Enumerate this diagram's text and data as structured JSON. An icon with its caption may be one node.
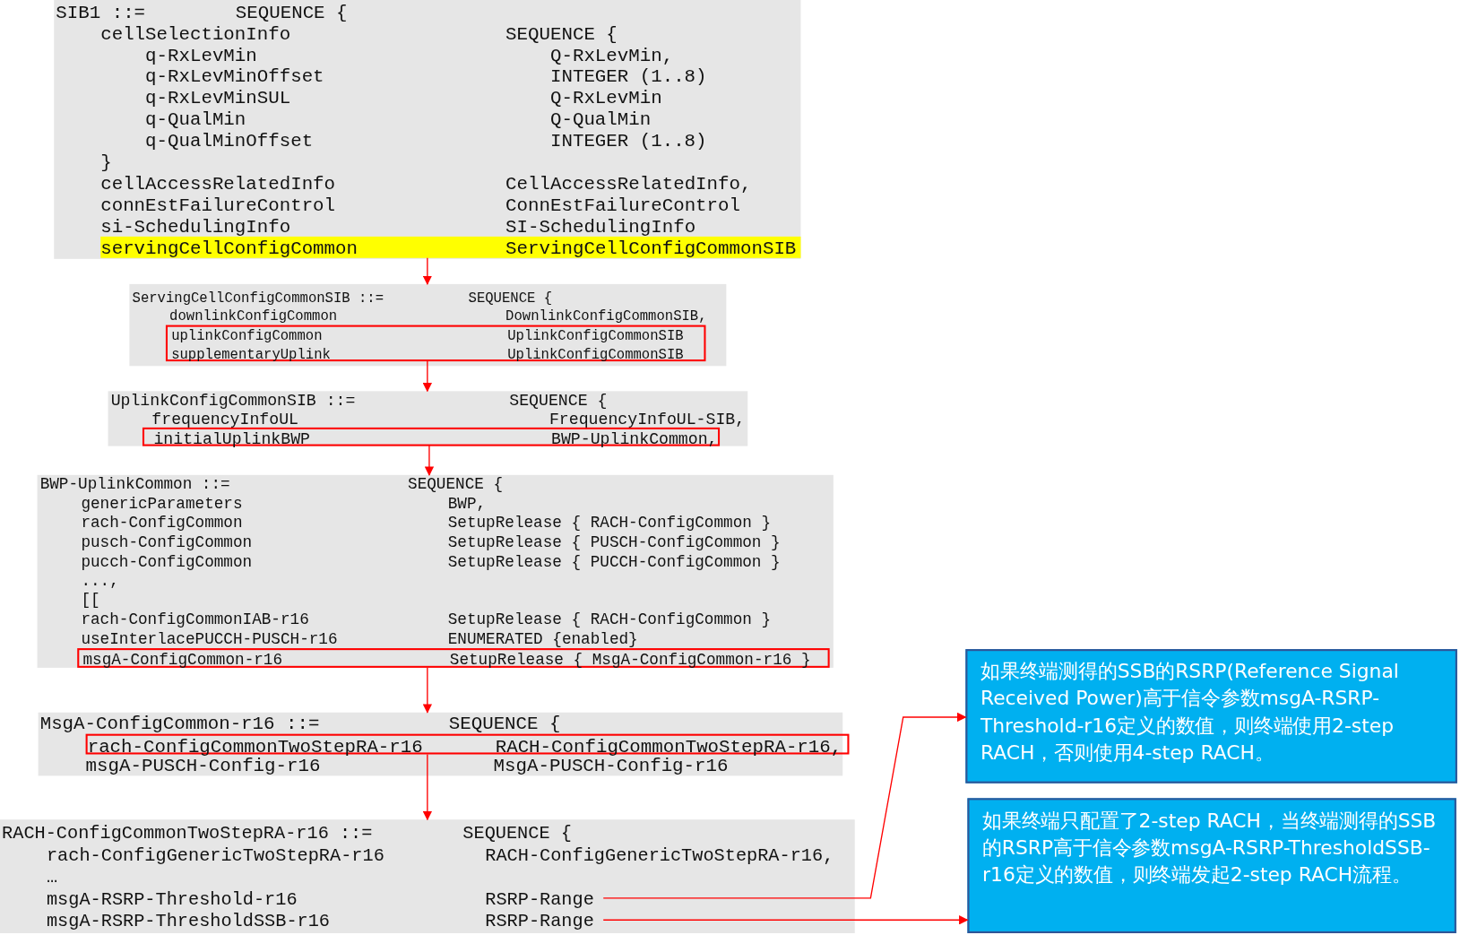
{
  "diagram": {
    "nodes": [
      {
        "text": [
          "SIB1 ::=",
          "SEQUENCE {",
          "cellSelectionInfo",
          "SEQUENCE {",
          "q-RxLevMin",
          "Q-RxLevMin,",
          "q-RxLevMinOffset",
          "INTEGER (1..8)",
          "q-RxLevMinSUL",
          "Q-RxLevMin",
          "q-QualMin",
          "Q-QualMin",
          "q-QualMinOffset",
          "INTEGER (1..8)",
          "}",
          "cellAccessRelatedInfo",
          "CellAccessRelatedInfo,",
          "connEstFailureControl",
          "ConnEstFailureControl",
          "si-SchedulingInfo",
          "SI-SchedulingInfo"
        ]
      },
      {
        "text": [
          "servingCellConfigCommon",
          "ServingCellConfigCommonSIB"
        ],
        "in": 0
      },
      {
        "text": [
          "ServingCellConfigCommonSIB ::=",
          "SEQUENCE {",
          "downlinkConfigCommon",
          "DownlinkConfigCommonSIB,"
        ]
      },
      {
        "text": [
          "uplinkConfigCommon",
          "UplinkConfigCommonSIB",
          "supplementaryUplink",
          "UplinkConfigCommonSIB"
        ],
        "in": 2
      },
      {
        "text": [
          "UplinkConfigCommonSIB ::=",
          "SEQUENCE {",
          "frequencyInfoUL",
          "FrequencyInfoUL-SIB,"
        ]
      },
      {
        "text": [
          "initialUplinkBWP",
          "BWP-UplinkCommon,"
        ],
        "in": 4
      },
      {
        "text": [
          "BWP-UplinkCommon ::=",
          "SEQUENCE {",
          "genericParameters",
          "BWP,",
          "rach-ConfigCommon",
          "SetupRelease { RACH-ConfigCommon }",
          "pusch-ConfigCommon",
          "SetupRelease { PUSCH-ConfigCommon }",
          "pucch-ConfigCommon",
          "SetupRelease { PUCCH-ConfigCommon }",
          "...,",
          "[[",
          "rach-ConfigCommonIAB-r16",
          "SetupRelease { RACH-ConfigCommon }",
          "useInterlacePUCCH-PUSCH-r16",
          "ENUMERATED {enabled}"
        ]
      },
      {
        "text": [
          "msgA-ConfigCommon-r16",
          "SetupRelease { MsgA-ConfigCommon-r16 }"
        ],
        "in": 6
      },
      {
        "text": [
          "MsgA-ConfigCommon-r16 ::=",
          "SEQUENCE {",
          "msgA-PUSCH-Config-r16",
          "MsgA-PUSCH-Config-r16"
        ]
      },
      {
        "text": [
          "rach-ConfigCommonTwoStepRA-r16",
          "RACH-ConfigCommonTwoStepRA-r16,"
        ],
        "in": 8
      },
      {
        "text": [
          "RACH-ConfigCommonTwoStepRA-r16 ::=",
          "SEQUENCE {",
          "rach-ConfigGenericTwoStepRA-r16",
          "RACH-ConfigGenericTwoStepRA-r16,",
          "…"
        ]
      },
      {
        "text": [
          "msgA-RSRP-Threshold-r16",
          "RSRP-Range"
        ],
        "in": 10
      },
      {
        "text": [
          "msgA-RSRP-ThresholdSSB-r16",
          "RSRP-Range"
        ],
        "in": 10
      },
      {
        "text": [
          "如果终端测得的SSB的RSRP(Reference Signal Received Power)高于信令参数msgA-RSRP-Threshold-r16定义的数值，则终端使用2-step RACH，否则使用4-step RACH。"
        ]
      },
      {
        "text": [
          "如果终端只配置了2-step RACH，当终端测得的SSB的RSRP高于信令参数msgA-RSRP-ThresholdSSB-r16定义的数值，则终端发起2-step RACH流程。"
        ]
      }
    ],
    "edges": [
      {
        "from": 1,
        "to": 2,
        "arrow": "to"
      },
      {
        "from": 3,
        "to": 4,
        "arrow": "to"
      },
      {
        "from": 5,
        "to": 6,
        "arrow": "to"
      },
      {
        "from": 7,
        "to": 8,
        "arrow": "to"
      },
      {
        "from": 9,
        "to": 10,
        "arrow": "to"
      },
      {
        "from": 11,
        "to": 13,
        "arrow": "to"
      },
      {
        "from": 12,
        "to": 14,
        "arrow": "to"
      }
    ]
  }
}
